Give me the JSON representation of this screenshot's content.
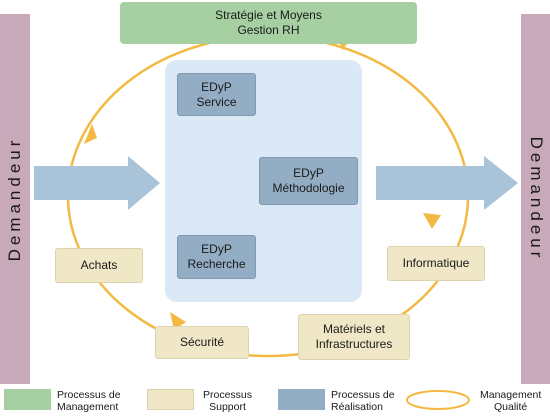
{
  "diagram": {
    "demandeur_left": "Demandeur",
    "demandeur_right": "Demandeur",
    "strategie": {
      "line1": "Stratégie et Moyens",
      "line2": "Gestion RH"
    },
    "edyp_service": {
      "line1": "EDyP",
      "line2": "Service"
    },
    "edyp_recherche": {
      "line1": "EDyP",
      "line2": "Recherche"
    },
    "edyp_methodologie": {
      "line1": "EDyP",
      "line2": "Méthodologie"
    },
    "achats": "Achats",
    "informatique": "Informatique",
    "securite": "Sécurité",
    "materiels": {
      "line1": "Matériels et",
      "line2": "Infrastructures"
    }
  },
  "legend": {
    "management": {
      "line1": "Processus de",
      "line2": "Management"
    },
    "support": {
      "line1": "Processus",
      "line2": "Support"
    },
    "realisation": {
      "line1": "Processus de",
      "line2": "Réalisation"
    },
    "qualite": {
      "line1": "Management",
      "line2": "Qualité"
    }
  },
  "colors": {
    "management": "#a6cfa2",
    "support": "#efe7c6",
    "realisation": "#93adc4",
    "quality_ring": "#f4b942",
    "demandeur": "#c8a9b9",
    "inner_panel": "#dbe8f6",
    "flow_arrow": "#a9c3d9"
  }
}
